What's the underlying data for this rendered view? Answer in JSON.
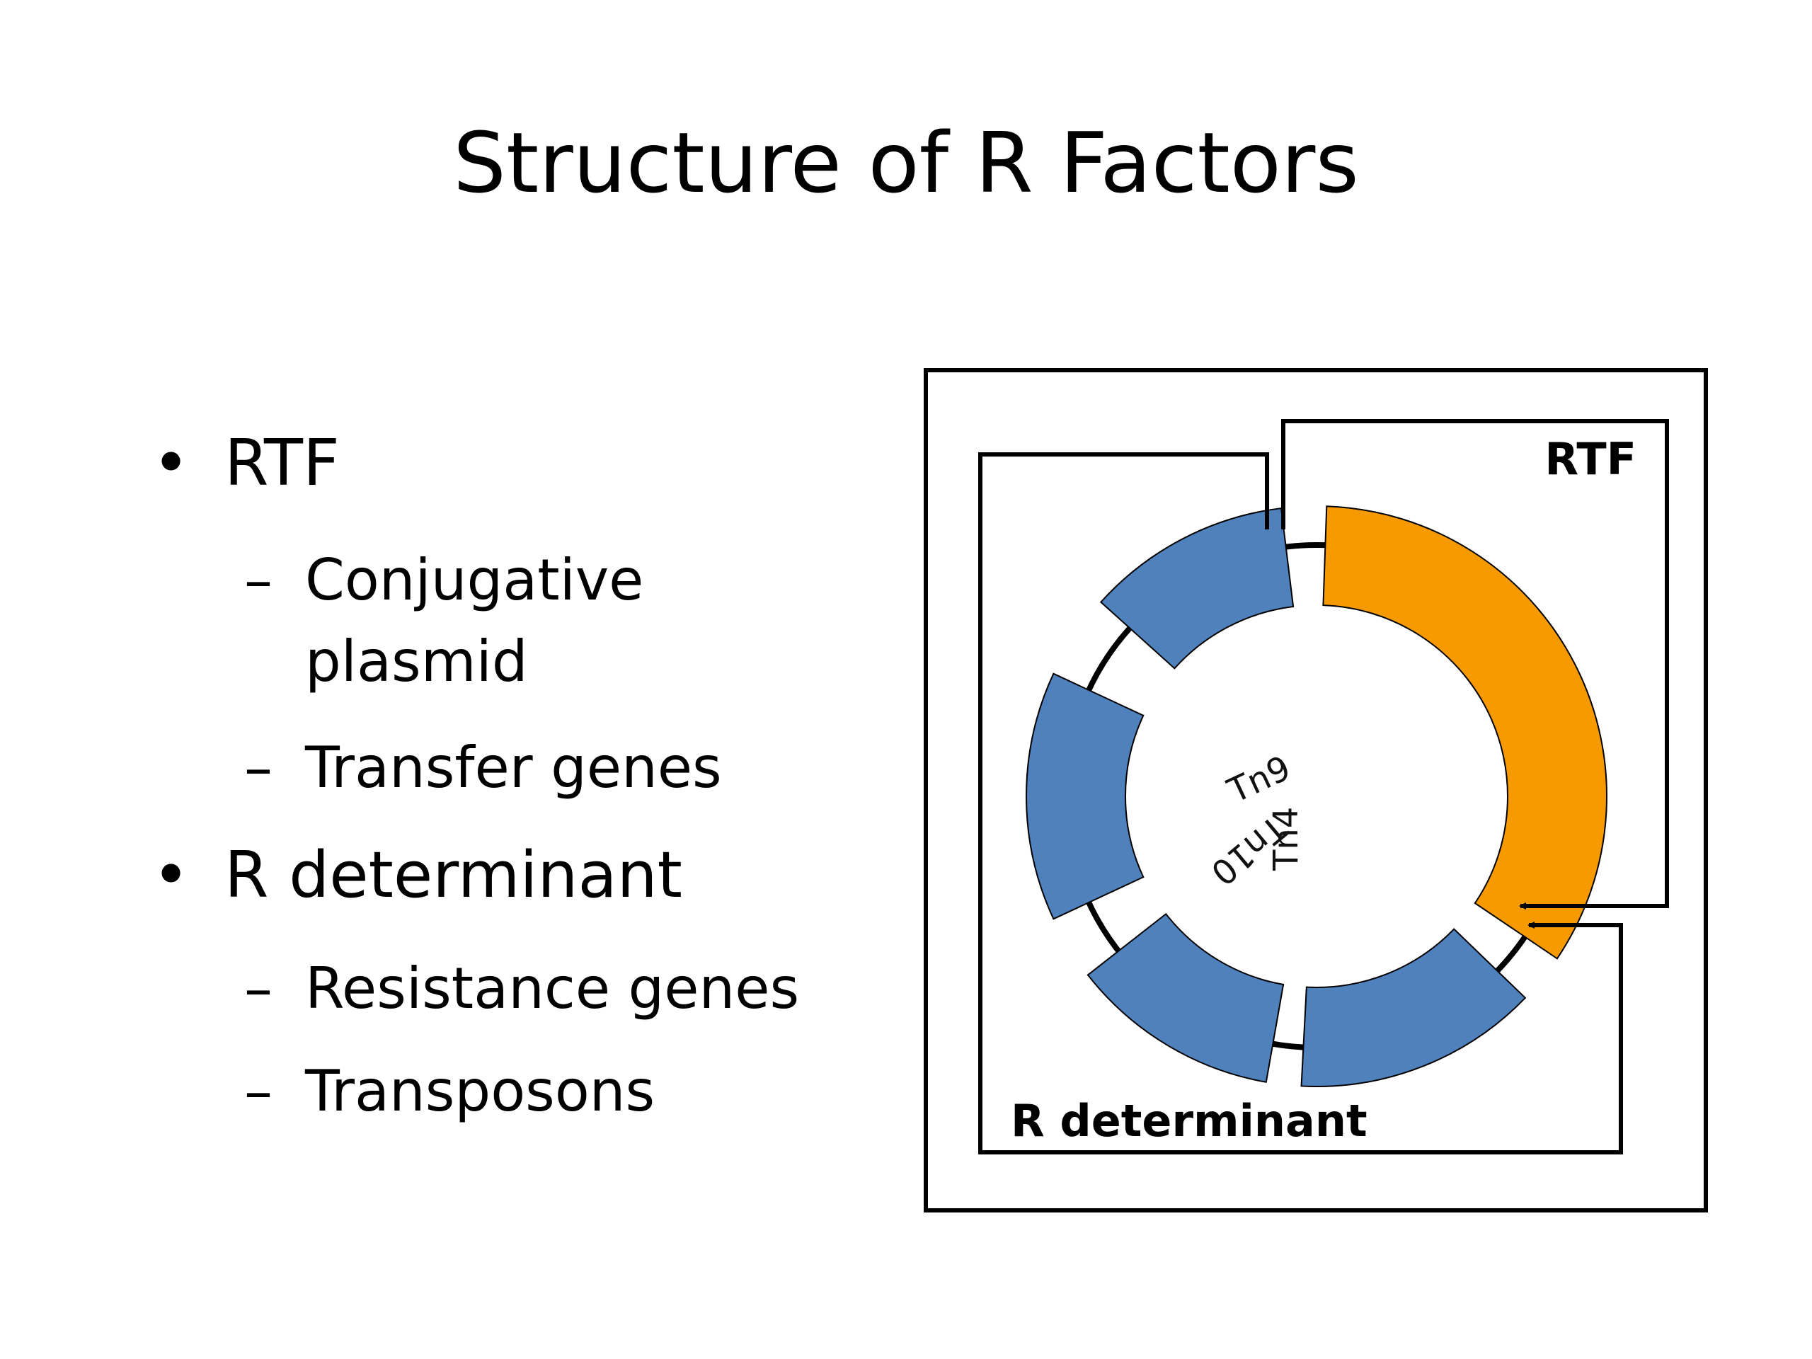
{
  "slide": {
    "title": "Structure of R Factors"
  },
  "bullets": [
    {
      "marker": "•",
      "label": "RTF",
      "subitems": [
        {
          "marker": "–",
          "lines": [
            "Conjugative",
            "plasmid"
          ]
        },
        {
          "marker": "–",
          "lines": [
            "Transfer genes"
          ]
        }
      ]
    },
    {
      "marker": "•",
      "label": "R determinant",
      "subitems": [
        {
          "marker": "–",
          "lines": [
            "Resistance genes"
          ]
        },
        {
          "marker": "–",
          "lines": [
            "Transposons"
          ]
        }
      ]
    }
  ],
  "diagram": {
    "rtf_label": "RTF",
    "r_determinant_label": "R determinant",
    "transposon_labels": [
      "Tn9",
      "Tn10",
      "Tn4"
    ],
    "colors": {
      "rtf_segment": "#F79A00",
      "resistance_segment": "#4F81BD",
      "outline": "#000000"
    }
  }
}
